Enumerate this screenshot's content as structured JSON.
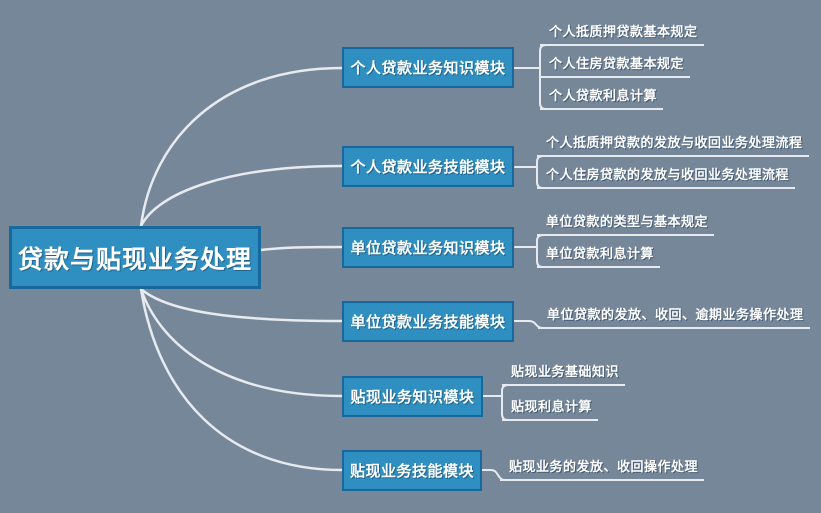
{
  "colors": {
    "background": "#76879A",
    "node_fill": "#2E8FC0",
    "node_border": "#17689D",
    "line_color": "#E7EAEE",
    "text_color": "#FFFFFF"
  },
  "root": {
    "label": "贷款与贴现业务处理"
  },
  "branches": [
    {
      "label": "个人贷款业务知识模块",
      "children": [
        "个人抵质押贷款基本规定",
        "个人住房贷款基本规定",
        "个人贷款利息计算"
      ]
    },
    {
      "label": "个人贷款业务技能模块",
      "children": [
        "个人抵质押贷款的发放与收回业务处理流程",
        "个人住房贷款的发放与收回业务处理流程"
      ]
    },
    {
      "label": "单位贷款业务知识模块",
      "children": [
        "单位贷款的类型与基本规定",
        "单位贷款利息计算"
      ]
    },
    {
      "label": "单位贷款业务技能模块",
      "children": [
        "单位贷款的发放、收回、逾期业务操作处理"
      ]
    },
    {
      "label": "贴现业务知识模块",
      "children": [
        "贴现业务基础知识",
        "贴现利息计算"
      ]
    },
    {
      "label": "贴现业务技能模块",
      "children": [
        "贴现业务的发放、收回操作处理"
      ]
    }
  ]
}
